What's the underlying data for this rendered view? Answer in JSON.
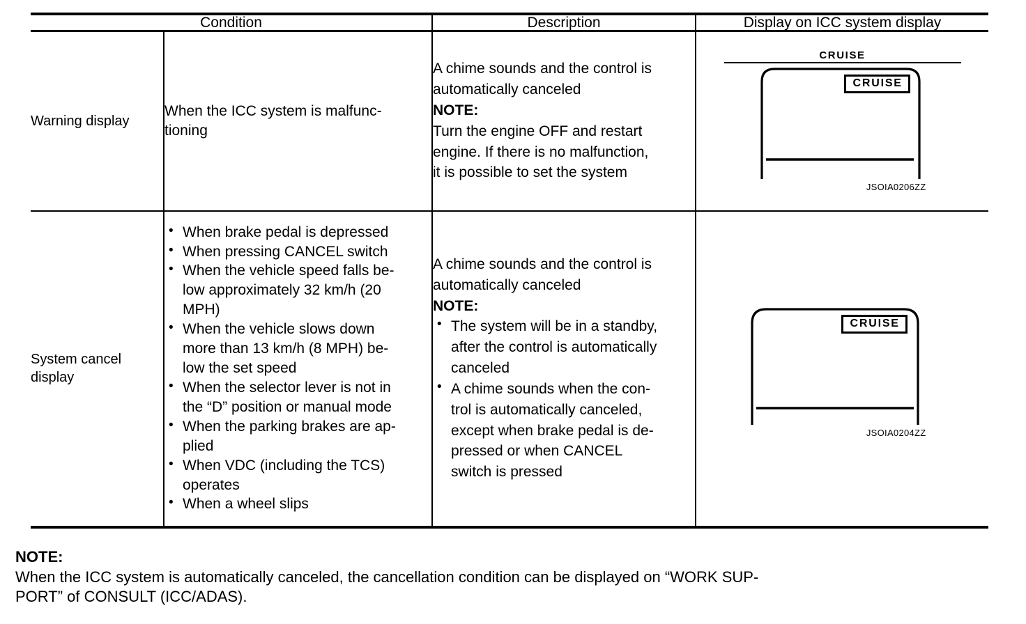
{
  "table": {
    "headers": {
      "condition": "Condition",
      "description": "Description",
      "display": "Display on ICC system display"
    },
    "rows": [
      {
        "label": "Warning display",
        "condition_lines": [
          "When the ICC system is malfunc-",
          "tioning"
        ],
        "description": {
          "lead_lines": [
            "A chime sounds and the control is",
            "automatically canceled"
          ],
          "note_label": "NOTE:",
          "note_lines": [
            "Turn the engine OFF and restart",
            "engine. If there is no malfunction,",
            "it is possible to set the system"
          ]
        },
        "illustration": {
          "title": "CRUISE",
          "has_title": true,
          "badge_label": "CRUISE",
          "caption": "JSOIA0206ZZ"
        }
      },
      {
        "label_lines": [
          "System cancel",
          "display"
        ],
        "condition_bullets": [
          [
            "When brake pedal is depressed"
          ],
          [
            "When pressing CANCEL switch"
          ],
          [
            "When the vehicle speed falls be-",
            "low approximately 32 km/h (20",
            "MPH)"
          ],
          [
            "When the vehicle slows down",
            "more than 13 km/h (8 MPH) be-",
            "low the set speed"
          ],
          [
            "When the selector lever is not in",
            "the “D” position or manual mode"
          ],
          [
            "When the parking brakes are ap-",
            "plied"
          ],
          [
            "When VDC (including the TCS)",
            "operates"
          ],
          [
            "When a wheel slips"
          ]
        ],
        "description": {
          "lead_lines": [
            "A chime sounds and the control is",
            "automatically canceled"
          ],
          "note_label": "NOTE:",
          "note_bullets": [
            [
              "The system will be in a standby,",
              "after the control is automatically",
              "canceled"
            ],
            [
              "A chime sounds when the con-",
              "trol is automatically canceled,",
              "except when brake pedal is de-",
              "pressed or when CANCEL",
              "switch is pressed"
            ]
          ]
        },
        "illustration": {
          "has_title": false,
          "badge_label": "CRUISE",
          "caption": "JSOIA0204ZZ"
        }
      }
    ]
  },
  "bottom_note": {
    "heading": "NOTE:",
    "lines": [
      "When the ICC system is automatically canceled, the cancellation condition can be displayed on “WORK SUP-",
      "PORT” of CONSULT (ICC/ADAS)."
    ]
  },
  "colors": {
    "ink": "#000000",
    "paper": "#ffffff"
  }
}
